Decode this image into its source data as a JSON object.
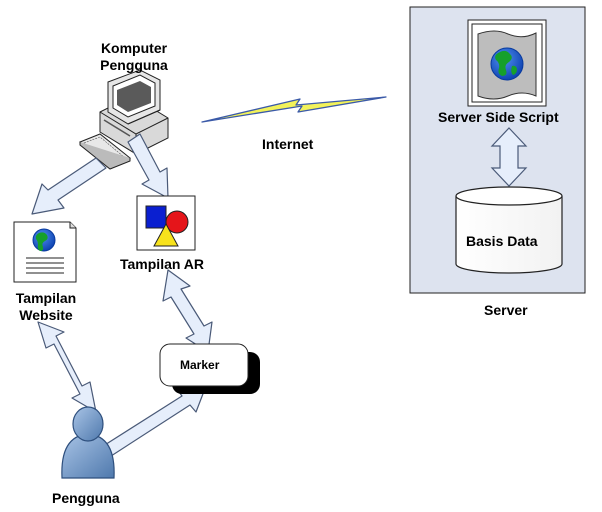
{
  "labels": {
    "komputer_line1": "Komputer",
    "komputer_line2": "Pengguna",
    "internet": "Internet",
    "server_side_script": "Server Side Script",
    "basis_data": "Basis Data",
    "server": "Server",
    "tampilan_ar": "Tampilan AR",
    "tampilan_website_line1": "Tampilan",
    "tampilan_website_line2": "Website",
    "marker": "Marker",
    "pengguna": "Pengguna"
  },
  "icons": {
    "computer": "desktop-computer-icon",
    "globe": "globe-icon",
    "database": "database-cylinder-icon",
    "ar_shapes": "ar-shapes-icon",
    "web_page": "web-page-icon",
    "user": "user-person-icon",
    "lightning": "lightning-bolt-icon"
  },
  "colors": {
    "server_panel_fill": "#dde3ef",
    "arrow_fill": "#e6eefb",
    "arrow_stroke": "#4a5a78",
    "globe_sea": "#1c5fd6",
    "globe_land": "#13a02a",
    "user_fill": "#7fa3cf",
    "ar_square": "#0a1fd0",
    "ar_circle": "#e5151a",
    "ar_triangle": "#f7e21c"
  }
}
